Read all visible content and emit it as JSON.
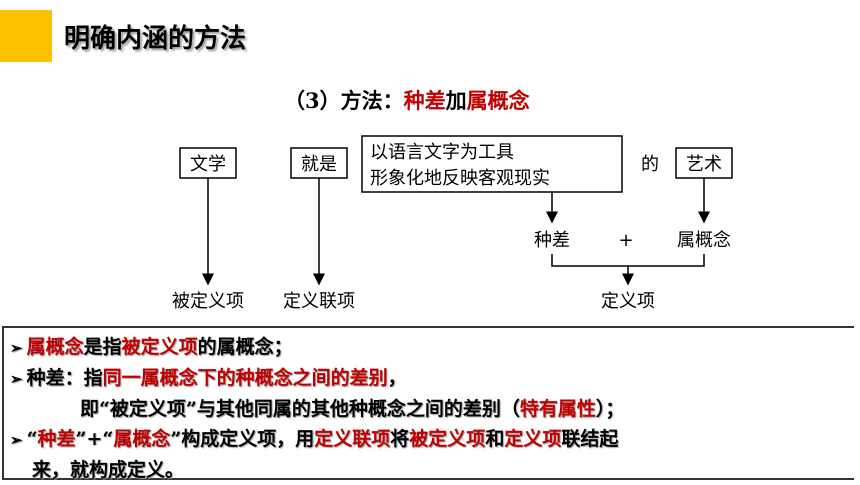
{
  "title": "明确内涵的方法",
  "subtitle": {
    "prefix": "（3）方法：",
    "part1": "种差",
    "mid": "加",
    "part2": "属概念"
  },
  "diagram": {
    "box_literature": "文学",
    "box_is": "就是",
    "box_line1": "以语言文字为工具",
    "box_line2": "形象化地反映客观现实",
    "de": "的",
    "box_art": "艺术",
    "species_diff": "种差",
    "plus": "+",
    "genus": "属概念",
    "definiendum": "被定义项",
    "copula": "定义联项",
    "definiens": "定义项"
  },
  "bullets": {
    "arrow": "➢",
    "b1_a": "属概念",
    "b1_b": "是指",
    "b1_c": "被定义项",
    "b1_d": "的属概念；",
    "b2_a": "种差：指",
    "b2_b": "同一属概念下的种概念之间的差别",
    "b2_c": "，",
    "b3_a": "即“被定义项”与其他同属的其他种概念之间的差别（",
    "b3_b": "特有属性",
    "b3_c": "）；",
    "b4_a": "“",
    "b4_b": "种差",
    "b4_c": "”+“",
    "b4_d": "属概念",
    "b4_e": "”构成定义项，用",
    "b4_f": "定义联项",
    "b4_g": "将",
    "b4_h": "被定义项",
    "b4_i": "和",
    "b4_j": "定义项",
    "b4_k": "联结起",
    "b5": "来，就构成定义。"
  }
}
